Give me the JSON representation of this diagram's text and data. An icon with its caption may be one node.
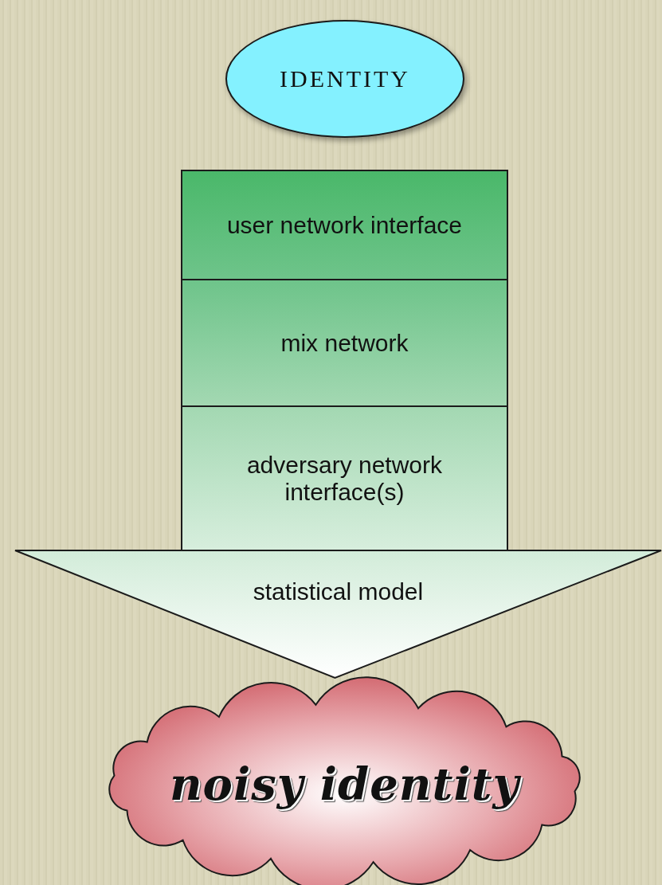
{
  "diagram": {
    "nodes": [
      {
        "text": [
          "IDENTITY"
        ]
      },
      {
        "text": [
          "user network interface"
        ]
      },
      {
        "text": [
          "mix network"
        ]
      },
      {
        "text": [
          "adversary network interface(s)"
        ]
      },
      {
        "text": [
          "statistical model"
        ]
      },
      {
        "text": [
          "noisy identity"
        ]
      }
    ]
  }
}
